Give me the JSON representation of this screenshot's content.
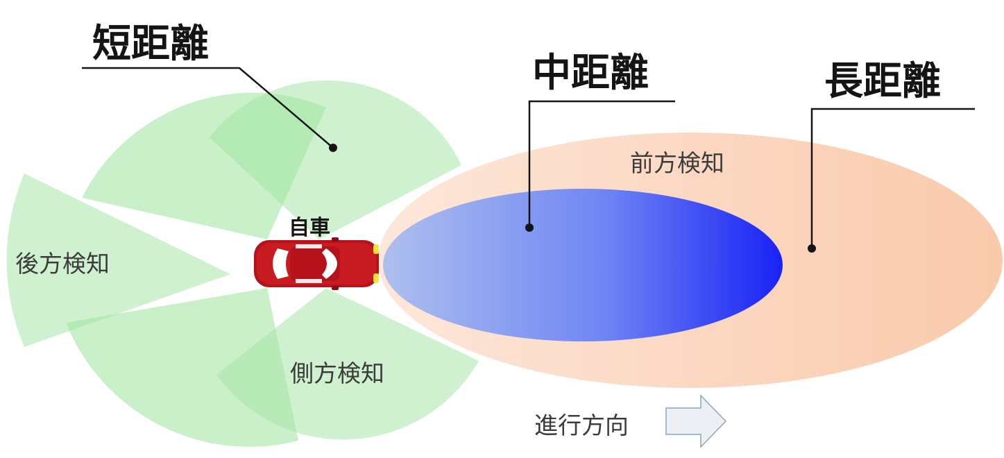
{
  "titles": {
    "short_range": "短距離",
    "mid_range": "中距離",
    "long_range": "長距離"
  },
  "zones": {
    "front_detection": "前方検知",
    "rear_detection": "後方検知",
    "side_detection": "側方検知"
  },
  "car": {
    "label": "自車"
  },
  "direction": {
    "label": "進行方向"
  },
  "colors": {
    "short_range_fan": "#7fd87f",
    "mid_range_ellipse": "#1a2cff",
    "long_range_ellipse": "#f9b88e",
    "car_body": "#b5121b",
    "leader_line": "#141414",
    "arrow_fill": "#eceff3",
    "arrow_stroke": "#8fa4bb"
  }
}
